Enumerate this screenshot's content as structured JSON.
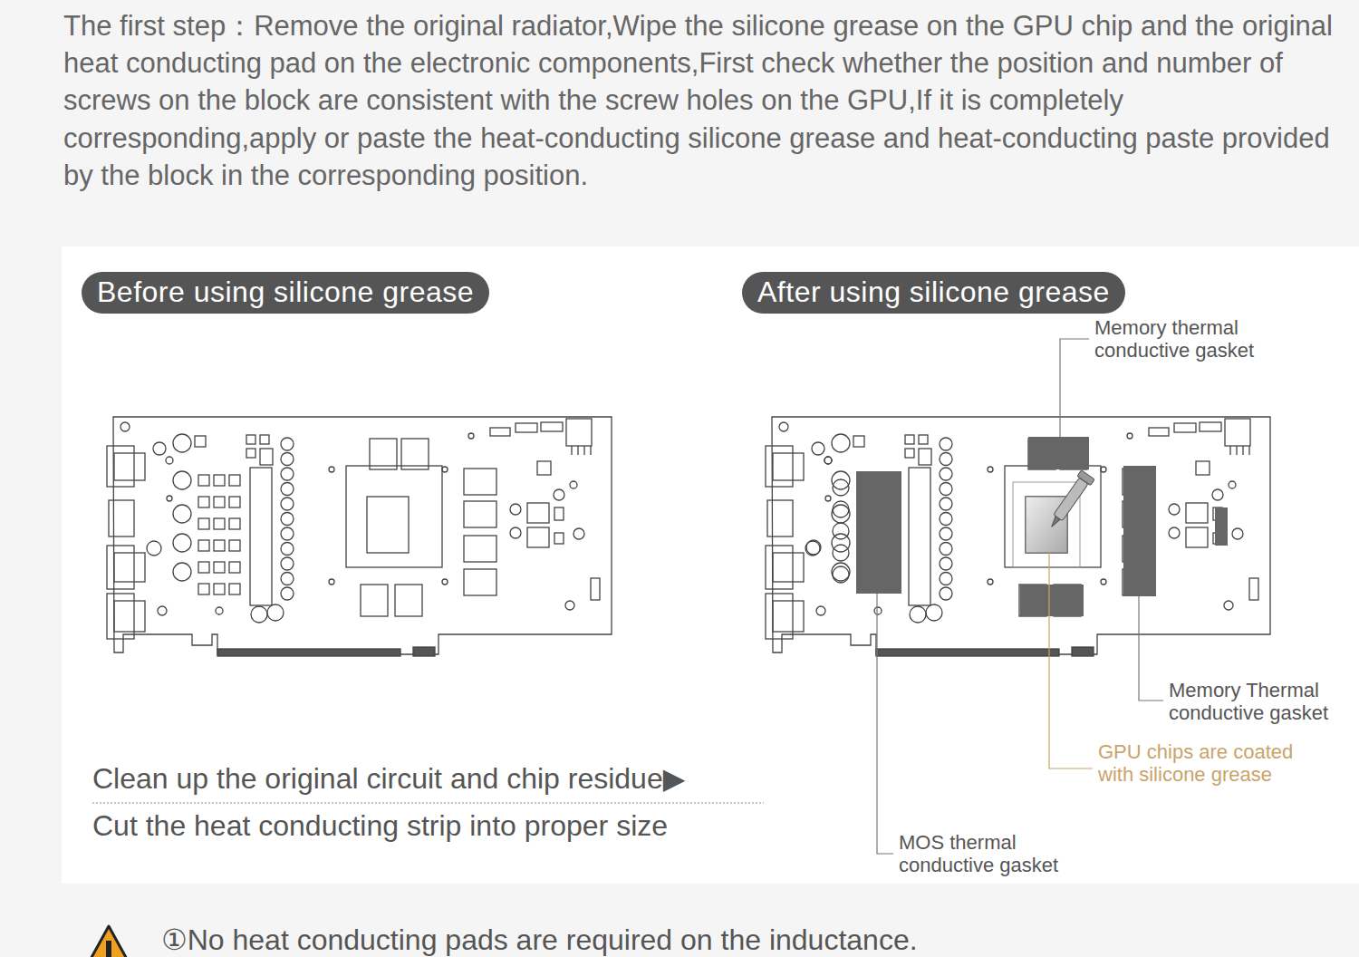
{
  "diagram": {
    "nodes": [
      {
        "text": [
          "Before using silicone grease"
        ]
      },
      {
        "text": [
          "After using silicone grease"
        ]
      }
    ],
    "labels": [
      "The first step：Remove the original radiator,Wipe the silicone grease on the GPU chip and the original heat conducting pad on the electronic components,First check whether the position and number of screws on the block are consistent with the screw holes on the GPU,If it is completely corresponding,apply or paste the heat-conducting silicone grease and heat-conducting paste provided by the block in the corresponding position.",
      "Memory thermal conductive gasket",
      "Memory Thermal conductive gasket",
      "GPU chips are coated with silicone grease",
      "MOS thermal conductive gasket",
      "Clean up the original circuit and chip residue▶",
      "Cut the heat conducting strip into proper size",
      "①No heat conducting pads are required on the inductance."
    ]
  }
}
